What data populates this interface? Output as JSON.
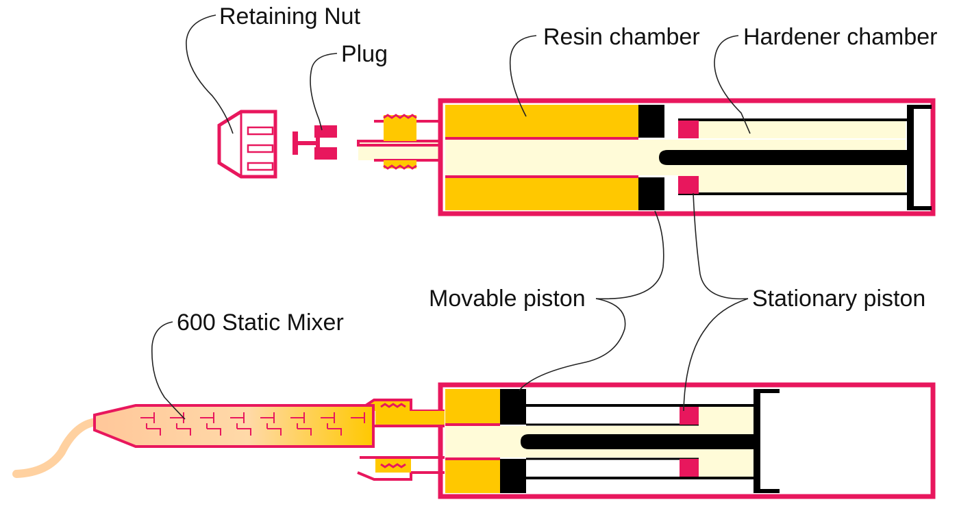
{
  "labels": {
    "retaining_nut": "Retaining Nut",
    "plug": "Plug",
    "resin_chamber": "Resin chamber",
    "hardener_chamber": "Hardener chamber",
    "movable_piston": "Movable piston",
    "stationary_piston": "Stationary piston",
    "static_mixer": "600 Static Mixer"
  },
  "colors": {
    "outline": "#e8175d",
    "resin": "#ffc800",
    "hardener": "#fffbd8",
    "piston": "#000000",
    "mixed_output": "#ffd1a0"
  }
}
